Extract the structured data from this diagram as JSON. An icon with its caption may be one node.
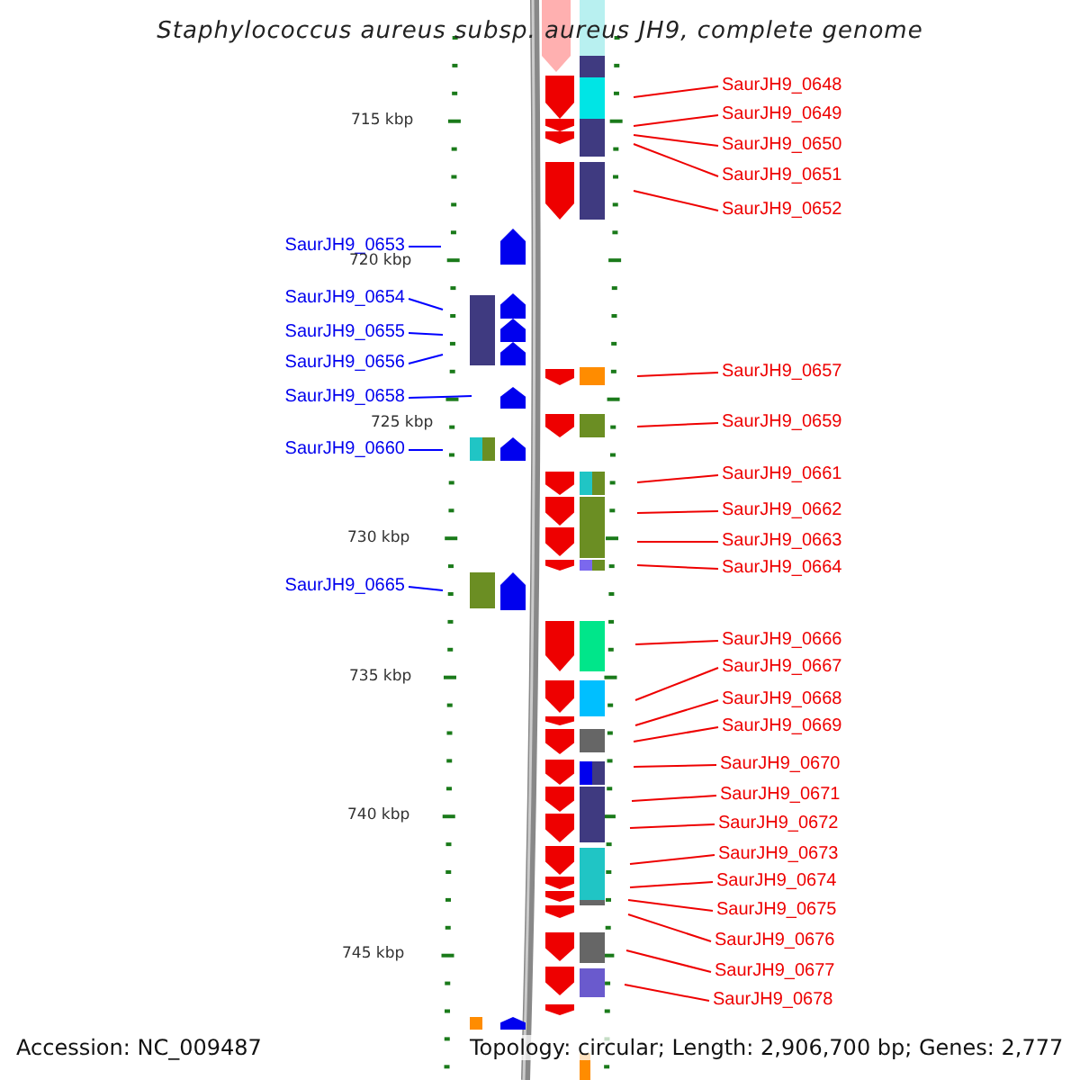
{
  "diagram": {
    "title": "Staphylococcus aureus subsp. aureus JH9, complete genome",
    "nodes": [
      {
        "text": [
          "SaurJH9_0648"
        ]
      },
      {
        "text": [
          "SaurJH9_0649"
        ]
      },
      {
        "text": [
          "SaurJH9_0650"
        ]
      },
      {
        "text": [
          "SaurJH9_0651"
        ]
      },
      {
        "text": [
          "SaurJH9_0652"
        ]
      },
      {
        "text": [
          "SaurJH9_0653"
        ]
      },
      {
        "text": [
          "SaurJH9_0654"
        ]
      },
      {
        "text": [
          "SaurJH9_0655"
        ]
      },
      {
        "text": [
          "SaurJH9_0656"
        ]
      },
      {
        "text": [
          "SaurJH9_0657"
        ]
      },
      {
        "text": [
          "SaurJH9_0658"
        ]
      },
      {
        "text": [
          "SaurJH9_0659"
        ]
      },
      {
        "text": [
          "SaurJH9_0660"
        ]
      },
      {
        "text": [
          "SaurJH9_0661"
        ]
      },
      {
        "text": [
          "SaurJH9_0662"
        ]
      },
      {
        "text": [
          "SaurJH9_0663"
        ]
      },
      {
        "text": [
          "SaurJH9_0664"
        ]
      },
      {
        "text": [
          "SaurJH9_0665"
        ]
      },
      {
        "text": [
          "SaurJH9_0666"
        ]
      },
      {
        "text": [
          "SaurJH9_0667"
        ]
      },
      {
        "text": [
          "SaurJH9_0668"
        ]
      },
      {
        "text": [
          "SaurJH9_0669"
        ]
      },
      {
        "text": [
          "SaurJH9_0670"
        ]
      },
      {
        "text": [
          "SaurJH9_0671"
        ]
      },
      {
        "text": [
          "SaurJH9_0672"
        ]
      },
      {
        "text": [
          "SaurJH9_0673"
        ]
      },
      {
        "text": [
          "SaurJH9_0674"
        ]
      },
      {
        "text": [
          "SaurJH9_0675"
        ]
      },
      {
        "text": [
          "SaurJH9_0676"
        ]
      },
      {
        "text": [
          "SaurJH9_0677"
        ]
      },
      {
        "text": [
          "SaurJH9_0678"
        ]
      }
    ],
    "edges": [
      {
        "from": 0,
        "to": null,
        "arrow": "none"
      },
      {
        "from": 1,
        "to": null,
        "arrow": "none"
      },
      {
        "from": 2,
        "to": null,
        "arrow": "none"
      },
      {
        "from": 3,
        "to": null,
        "arrow": "none"
      },
      {
        "from": 4,
        "to": null,
        "arrow": "none"
      },
      {
        "from": 5,
        "to": null,
        "arrow": "none",
        "color": "#0000ff"
      },
      {
        "from": 6,
        "to": null,
        "arrow": "none",
        "color": "#0000ff"
      },
      {
        "from": 7,
        "to": null,
        "arrow": "none",
        "color": "#0000ff"
      },
      {
        "from": 8,
        "to": null,
        "arrow": "none",
        "color": "#0000ff"
      },
      {
        "from": 9,
        "to": null,
        "arrow": "none"
      },
      {
        "from": 10,
        "to": null,
        "arrow": "none",
        "color": "#0000ff"
      },
      {
        "from": 11,
        "to": null,
        "arrow": "none"
      },
      {
        "from": 12,
        "to": null,
        "arrow": "none",
        "color": "#0000ff"
      },
      {
        "from": 13,
        "to": null,
        "arrow": "none"
      },
      {
        "from": 14,
        "to": null,
        "arrow": "none"
      },
      {
        "from": 15,
        "to": null,
        "arrow": "none"
      },
      {
        "from": 16,
        "to": null,
        "arrow": "none"
      },
      {
        "from": 17,
        "to": null,
        "arrow": "none",
        "color": "#0000ff"
      },
      {
        "from": 18,
        "to": null,
        "arrow": "none"
      },
      {
        "from": 19,
        "to": null,
        "arrow": "none"
      },
      {
        "from": 20,
        "to": null,
        "arrow": "none"
      },
      {
        "from": 21,
        "to": null,
        "arrow": "none"
      },
      {
        "from": 22,
        "to": null,
        "arrow": "none"
      },
      {
        "from": 23,
        "to": null,
        "arrow": "none"
      },
      {
        "from": 24,
        "to": null,
        "arrow": "none"
      },
      {
        "from": 25,
        "to": null,
        "arrow": "none"
      },
      {
        "from": 26,
        "to": null,
        "arrow": "none"
      },
      {
        "from": 27,
        "to": null,
        "arrow": "none"
      },
      {
        "from": 28,
        "to": null,
        "arrow": "none"
      },
      {
        "from": 29,
        "to": null,
        "arrow": "none"
      },
      {
        "from": 30,
        "to": null,
        "arrow": "none"
      }
    ],
    "labels": [
      "715 kbp",
      "720 kbp",
      "725 kbp",
      "730 kbp",
      "735 kbp",
      "740 kbp",
      "745 kbp",
      "Accession: NC_009487",
      "Topology: circular; Length: 2,906,700 bp; Genes: 2,777"
    ]
  }
}
